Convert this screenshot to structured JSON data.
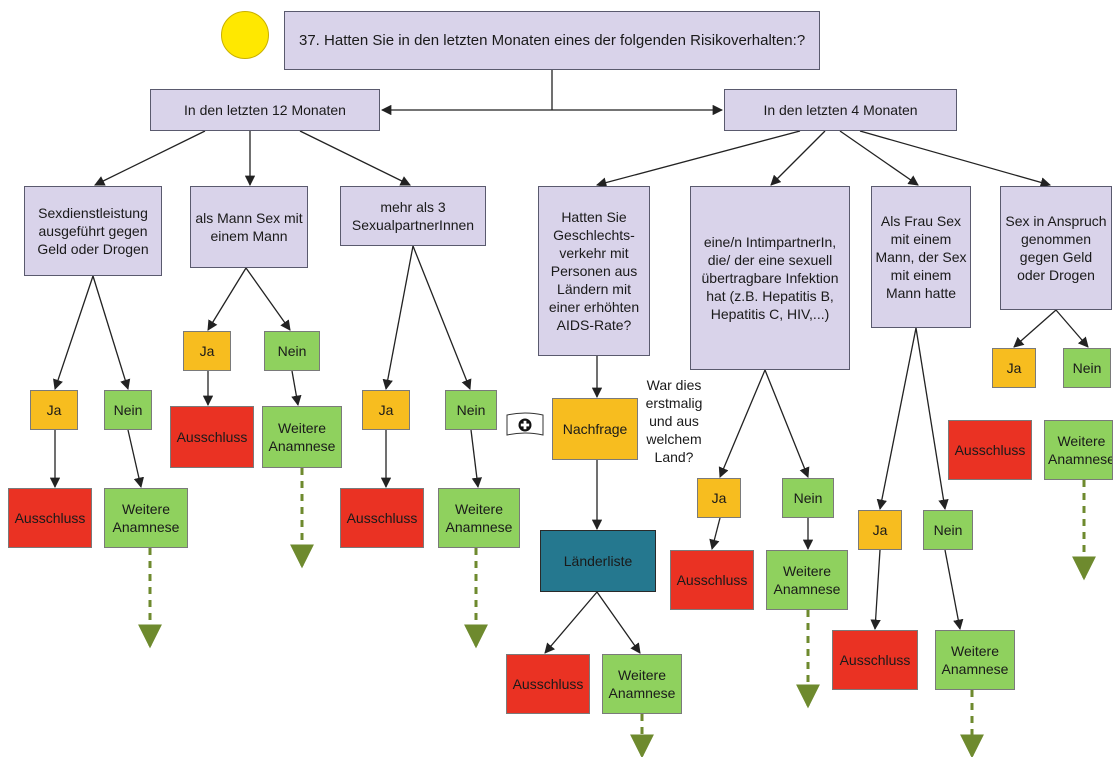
{
  "colors": {
    "header_box": "#d9d3ea",
    "ja": "#f7bd1f",
    "nein": "#8fd15e",
    "ausschluss": "#ea3223",
    "laenderliste": "#25788f",
    "arrow": "#222222",
    "dashed_arrow": "#6e8a2e",
    "sun": "#ffe800"
  },
  "icons": {
    "sun": "sun-icon",
    "flag": "swiss-flag-icon"
  },
  "question": "37. Hatten Sie in den letzten Monaten eines der folgenden Risikoverhalten:?",
  "period_12": "In den letzten 12 Monaten",
  "period_4": "In den letzten 4 Monaten",
  "left": {
    "c1": {
      "text": "Sexdienstleistung ausgeführt gegen Geld oder Drogen",
      "ja": "Ja",
      "nein": "Nein",
      "ausschluss": "Ausschluss",
      "weitere": "Weitere Anamnese"
    },
    "c2": {
      "text": "als Mann Sex mit einem Mann",
      "ja": "Ja",
      "nein": "Nein",
      "ausschluss": "Ausschluss",
      "weitere": "Weitere Anamnese"
    },
    "c3": {
      "text": "mehr als 3 SexualpartnerInnen",
      "ja": "Ja",
      "nein": "Nein",
      "ausschluss": "Ausschluss",
      "weitere": "Weitere Anamnese"
    }
  },
  "right": {
    "c4": {
      "text": "Hatten Sie Geschlechts-verkehr mit Personen aus Ländern mit einer erhöhten AIDS-Rate?",
      "nachfrage": "Nachfrage",
      "nachfrage_note": "War dies erstmalig und aus welchem Land?",
      "laenderliste": "Länderliste",
      "ausschluss": "Ausschluss",
      "weitere": "Weitere Anamnese"
    },
    "c5": {
      "text": "eine/n IntimpartnerIn, die/ der eine sexuell übertragbare Infektion hat (z.B. Hepatitis B, Hepatitis C, HIV,...)",
      "ja": "Ja",
      "nein": "Nein",
      "ausschluss": "Ausschluss",
      "weitere": "Weitere Anamnese"
    },
    "c6": {
      "text": "Als Frau Sex mit einem Mann, der Sex mit einem Mann hatte",
      "ja": "Ja",
      "nein": "Nein",
      "ausschluss": "Ausschluss",
      "weitere": "Weitere Anamnese"
    },
    "c7": {
      "text": "Sex in Anspruch genommen gegen Geld oder Drogen",
      "ja": "Ja",
      "nein": "Nein",
      "ausschluss": "Ausschluss",
      "weitere": "Weitere Anamnese"
    }
  }
}
